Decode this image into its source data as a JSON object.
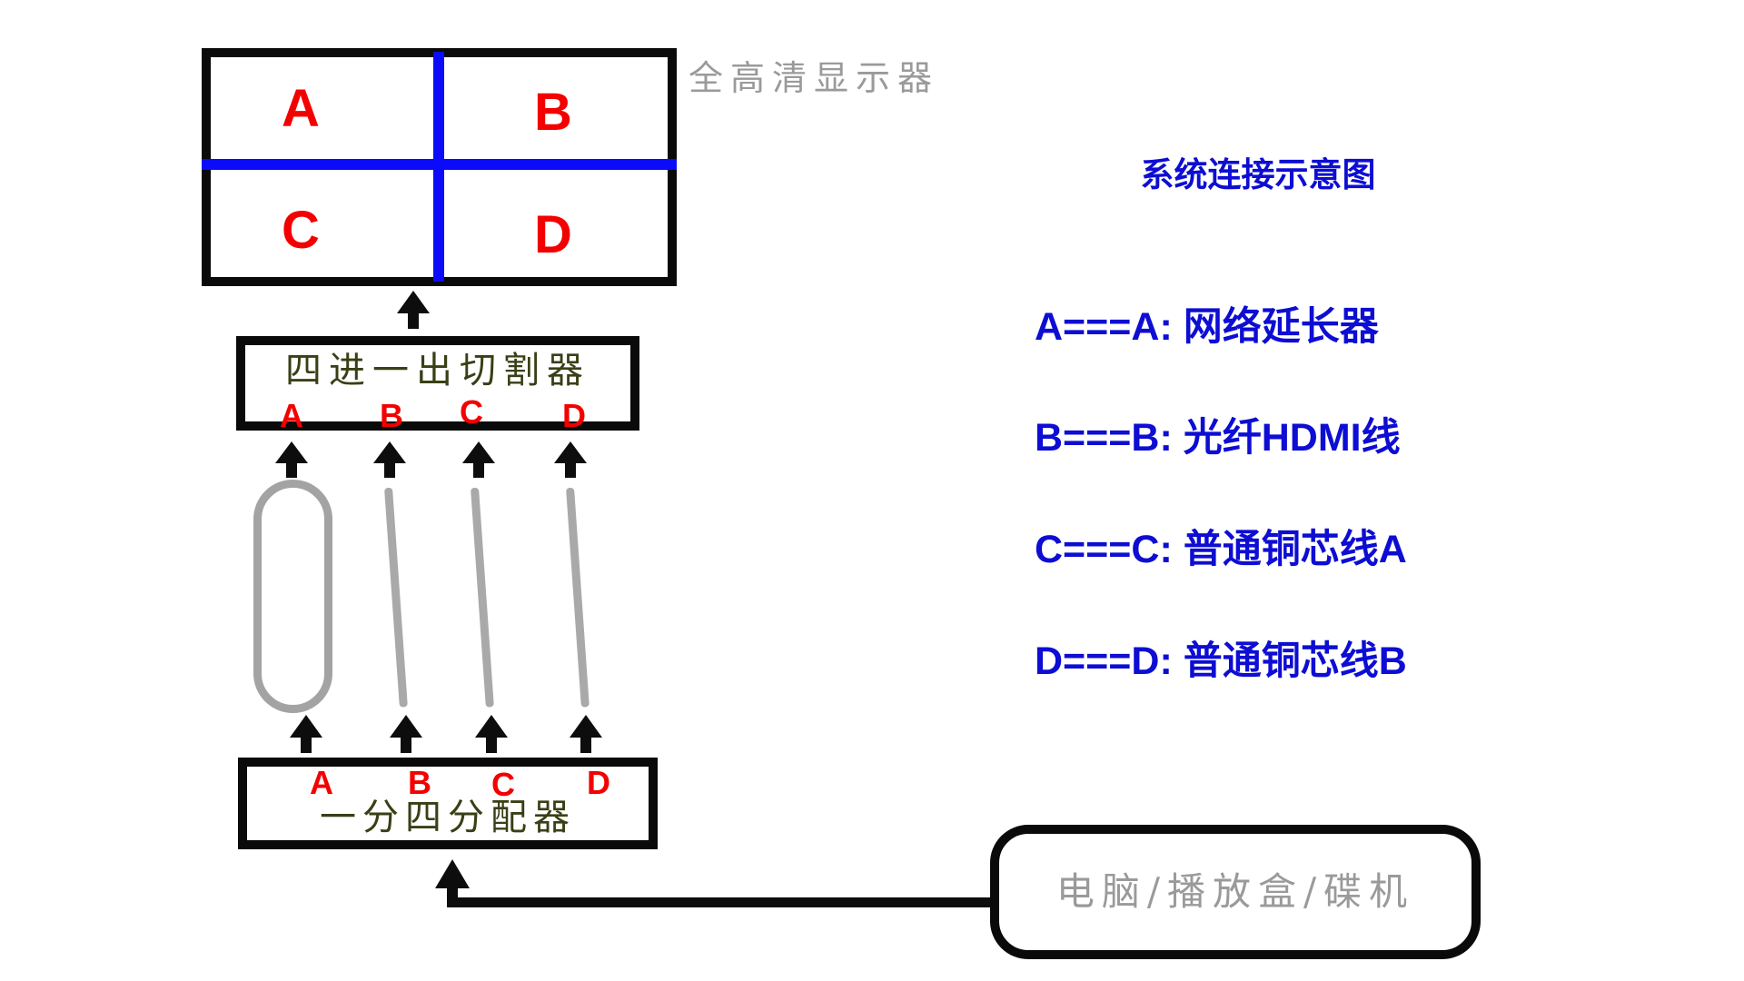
{
  "monitor": {
    "label": "全高清显示器",
    "quadrants": [
      "A",
      "B",
      "C",
      "D"
    ],
    "divider_color": "#0b0bfa",
    "letter_color": "#f30000"
  },
  "splitter": {
    "name": "四进一出切割器",
    "ports": [
      "A",
      "B",
      "C",
      "D"
    ]
  },
  "distributor": {
    "name": "一分四分配器",
    "ports": [
      "A",
      "B",
      "C",
      "D"
    ]
  },
  "source": {
    "label": "电脑/播放盒/碟机"
  },
  "legend": {
    "title": "系统连接示意图",
    "items": [
      "A===A: 网络延长器",
      "B===B: 光纤HDMI线",
      "C===C: 普通铜芯线A",
      "D===D: 普通铜芯线B"
    ]
  },
  "colors": {
    "red_letters": "#f30000",
    "blue_dividers": "#0b0bfa",
    "blue_legend_text": "#0d0dd3",
    "olive_box_text": "#3a3f15",
    "gray_captions": "#9a9a9a",
    "gray_cables": "#a9a9a9",
    "black_lines": "#0a0a0a"
  }
}
